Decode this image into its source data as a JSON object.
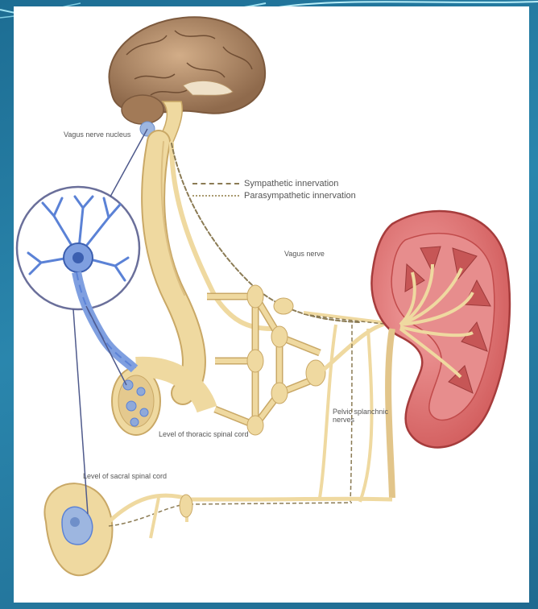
{
  "legend": {
    "sympathetic": "Sympathetic innervation",
    "parasympathetic": "Parasympathetic innervation"
  },
  "labels": {
    "vagus_nucleus": "Vagus nerve nucleus",
    "vagus_nerve": "Vagus nerve",
    "thoracic": "Level of thoracic spinal cord",
    "sacral": "Level of sacral spinal cord",
    "splanchnic": "Pelvic splanchnic nerves"
  },
  "colors": {
    "background": "#2a86ad",
    "panel": "#ffffff",
    "nerve": "#efd9a0",
    "nerve_stroke": "#c9a866",
    "neuron": "#5b82d6",
    "kidney": "#e07a7a",
    "kidney_cortex": "#c14b4b",
    "brain": "#b98f6b"
  }
}
